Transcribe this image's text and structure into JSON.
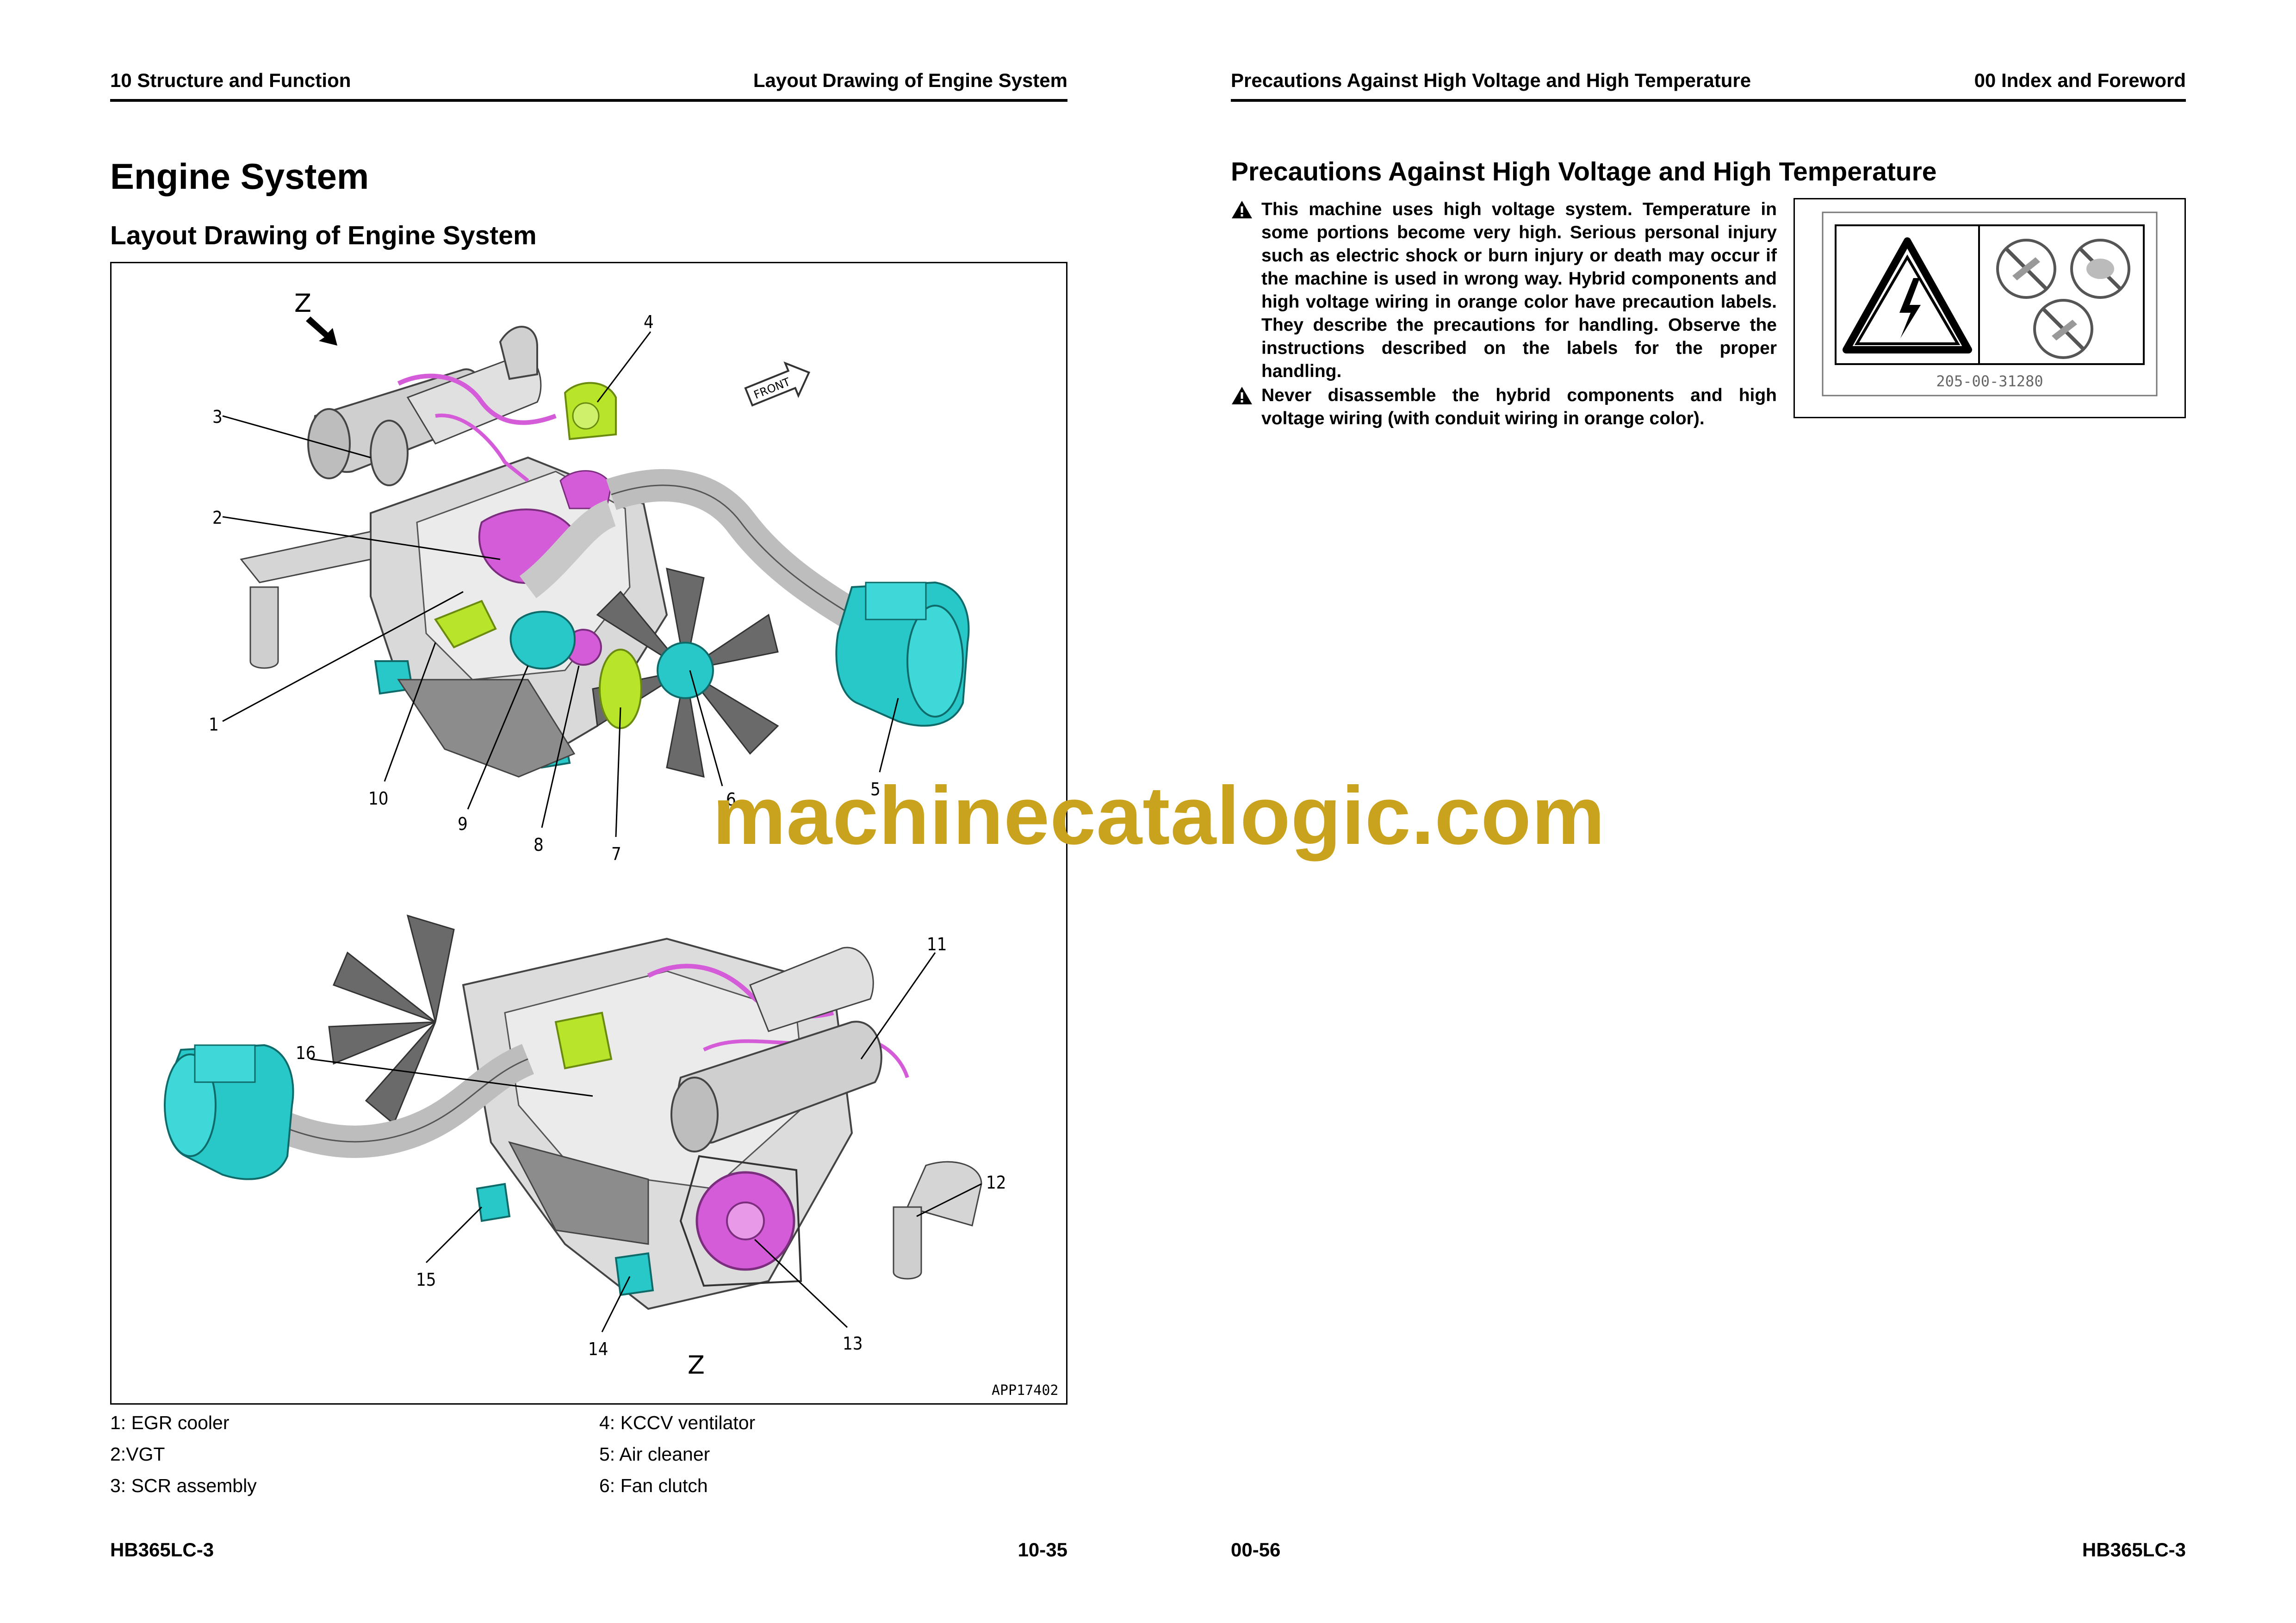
{
  "left_page": {
    "header_left": "10 Structure and Function",
    "header_right": "Layout Drawing of Engine System",
    "title": "Engine System",
    "subtitle": "Layout Drawing of Engine System",
    "figure": {
      "view_label_top": "Z",
      "view_label_bottom": "Z",
      "front_label": "FRONT",
      "code": "APP17402",
      "callouts": [
        "1",
        "2",
        "3",
        "4",
        "5",
        "6",
        "7",
        "8",
        "9",
        "10",
        "11",
        "12",
        "13",
        "14",
        "15",
        "16"
      ]
    },
    "legend": [
      "1: EGR cooler",
      "4: KCCV ventilator",
      "2:VGT",
      "5: Air cleaner",
      "3: SCR assembly",
      "6: Fan clutch"
    ],
    "footer_left": "HB365LC-3",
    "footer_right": "10-35"
  },
  "right_page": {
    "header_left": "Precautions Against High Voltage and High Temperature",
    "header_right": "00 Index and Foreword",
    "title": "Precautions Against High Voltage and High Temperature",
    "warnings": [
      "This machine uses high voltage system. Temperature in some portions become very high. Serious personal injury such as electric shock or burn injury or death may occur if the machine is used in wrong way. Hybrid components and high voltage wiring in orange color have precaution labels. They describe the precautions for handling. Observe the instructions described on the labels for the proper handling.",
      "Never disassemble the hybrid components and high voltage wiring (with conduit wiring in orange color)."
    ],
    "label_code": "205-00-31280",
    "footer_left": "00-56",
    "footer_right": "HB365LC-3"
  },
  "watermark": "machinecatalogic.com",
  "colors": {
    "magenta_parts": "#d55cd8",
    "cyan_parts": "#28c8c8",
    "green_parts": "#b8e42a",
    "watermark": "#c9a21e"
  }
}
